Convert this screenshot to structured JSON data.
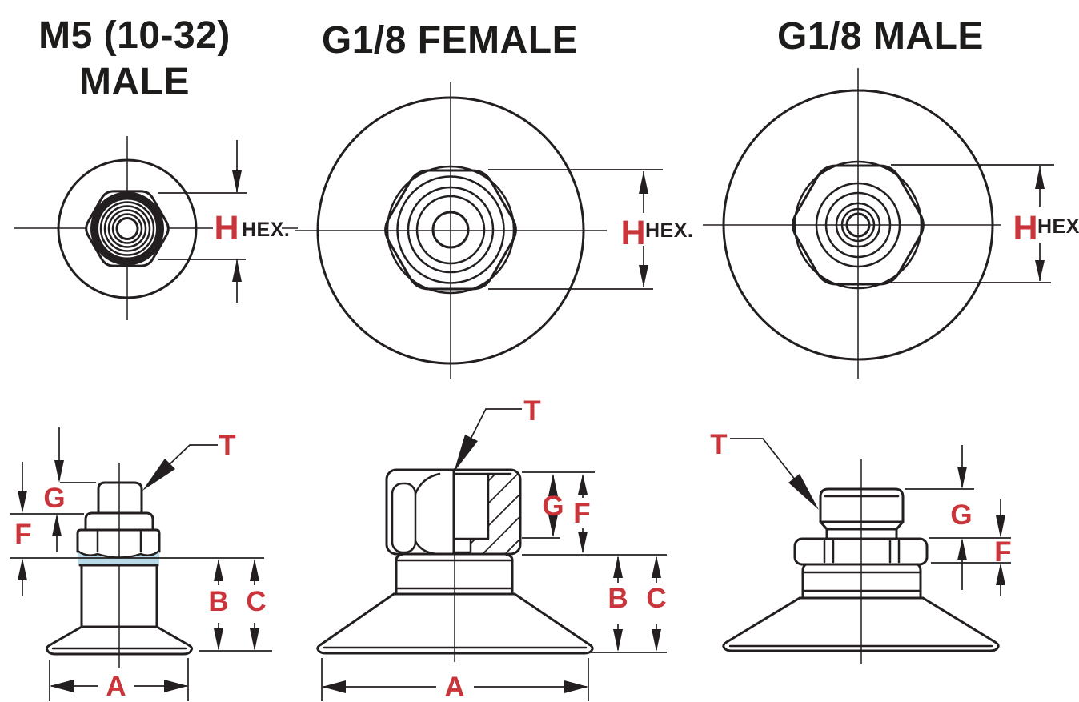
{
  "colors": {
    "line": "#231f20",
    "accent_red": "#c9353b",
    "seal_blue": "#b8dae8",
    "background": "#ffffff"
  },
  "titles": {
    "m5_male_line1": "M5 (10-32)",
    "m5_male_line2": "MALE",
    "g18_female": "G1/8 FEMALE",
    "g18_male": "G1/8 MALE"
  },
  "dim_labels": {
    "h": "H",
    "hex": "HEX.",
    "t": "T",
    "g": "G",
    "f": "F",
    "b": "B",
    "c": "C",
    "a": "A"
  }
}
